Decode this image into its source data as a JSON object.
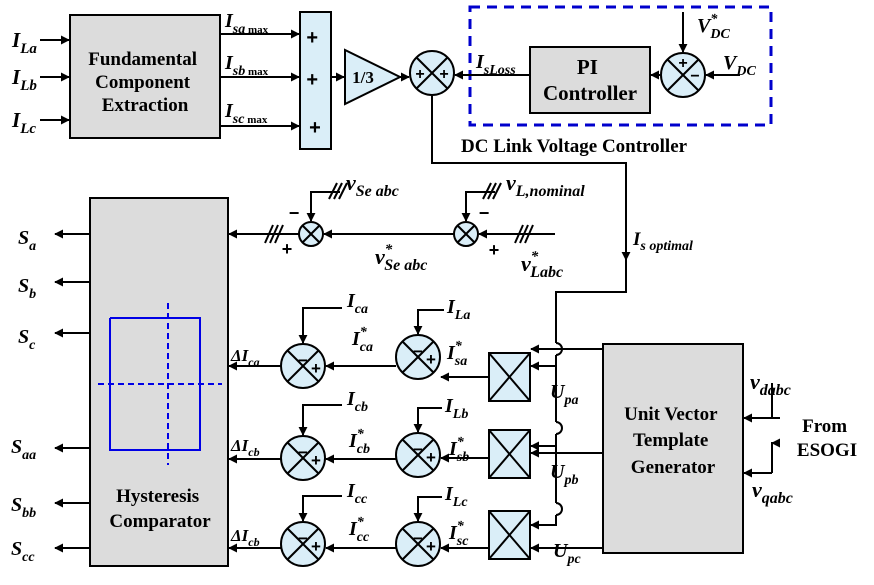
{
  "blocks": {
    "fundamental": [
      "Fundamental",
      "Component",
      "Extraction"
    ],
    "gain": "1/3",
    "pi": [
      "PI",
      "Controller"
    ],
    "dc_link_title": "DC Link Voltage  Controller",
    "hysteresis": [
      "Hysteresis",
      "Comparator"
    ],
    "unit_vector": [
      "Unit Vector",
      "Template",
      "Generator"
    ],
    "from_esogi": [
      "From",
      "ESOGI"
    ]
  },
  "signs": {
    "plus": "+",
    "minus": "−"
  },
  "inputs": {
    "ila": {
      "main": "I",
      "sub": "La"
    },
    "ilb": {
      "main": "I",
      "sub": "Lb"
    },
    "ilc": {
      "main": "I",
      "sub": "Lc"
    }
  },
  "maxes": {
    "isa": {
      "main": "I",
      "sub": "sa",
      "sub2": " max"
    },
    "isb": {
      "main": "I",
      "sub": "sb",
      "sub2": " max"
    },
    "isc": {
      "main": "I",
      "sub": "sc",
      "sub2": " max"
    }
  },
  "dc": {
    "vdc_ref": {
      "main": "V",
      "sub": "DC",
      "sup": "*"
    },
    "vdc": {
      "main": "V",
      "sub": "DC"
    },
    "isloss": {
      "main": "I",
      "sub": "sLoss"
    },
    "is_opt": {
      "main": "I",
      "sub": "s optimal"
    }
  },
  "voltages": {
    "vse": {
      "main": "v",
      "sub": "Se abc"
    },
    "vl_nom": {
      "main": "v",
      "sub": "L,nominal"
    },
    "vse_ref": {
      "main": "v",
      "sub": "Se abc",
      "sup": "*"
    },
    "vl_ref": {
      "main": "v",
      "sub": "Labc",
      "sup": "*"
    },
    "vd": {
      "main": "v",
      "sub": "dabc"
    },
    "vq": {
      "main": "v",
      "sub": "qabc"
    }
  },
  "outputs": {
    "sa": {
      "main": "S",
      "sub": "a"
    },
    "sb": {
      "main": "S",
      "sub": "b"
    },
    "sc": {
      "main": "S",
      "sub": "c"
    },
    "saa": {
      "main": "S",
      "sub": "aa"
    },
    "sbb": {
      "main": "S",
      "sub": "bb"
    },
    "scc": {
      "main": "S",
      "sub": "cc"
    }
  },
  "rows": {
    "a": {
      "dI": {
        "main": "ΔI",
        "sub": "ca"
      },
      "ic": {
        "main": "I",
        "sub": "ca"
      },
      "icref": {
        "main": "I",
        "sub": "ca",
        "sup": "*"
      },
      "il": {
        "main": "I",
        "sub": "La"
      },
      "isref": {
        "main": "I",
        "sub": "sa",
        "sup": "*"
      },
      "u": {
        "main": "U",
        "sub": "pa"
      }
    },
    "b": {
      "dI": {
        "main": "ΔI",
        "sub": "cb"
      },
      "ic": {
        "main": "I",
        "sub": "cb"
      },
      "icref": {
        "main": "I",
        "sub": "cb",
        "sup": "*"
      },
      "il": {
        "main": "I",
        "sub": "Lb"
      },
      "isref": {
        "main": "I",
        "sub": "sb",
        "sup": "*"
      },
      "u": {
        "main": "U",
        "sub": "pb"
      }
    },
    "c": {
      "dI": {
        "main": "ΔI",
        "sub": "cb"
      },
      "ic": {
        "main": "I",
        "sub": "cc"
      },
      "icref": {
        "main": "I",
        "sub": "cc",
        "sup": "*"
      },
      "il": {
        "main": "I",
        "sub": "Lc"
      },
      "isref": {
        "main": "I",
        "sub": "sc",
        "sup": "*"
      },
      "u": {
        "main": "U",
        "sub": "pc"
      }
    }
  },
  "colors": {
    "block_fill": "#dcdcdc",
    "summer_fill": "#daeef8",
    "dashed_border": "#0000cc",
    "hysteresis_loop": "#0000e6",
    "line": "#000000"
  }
}
